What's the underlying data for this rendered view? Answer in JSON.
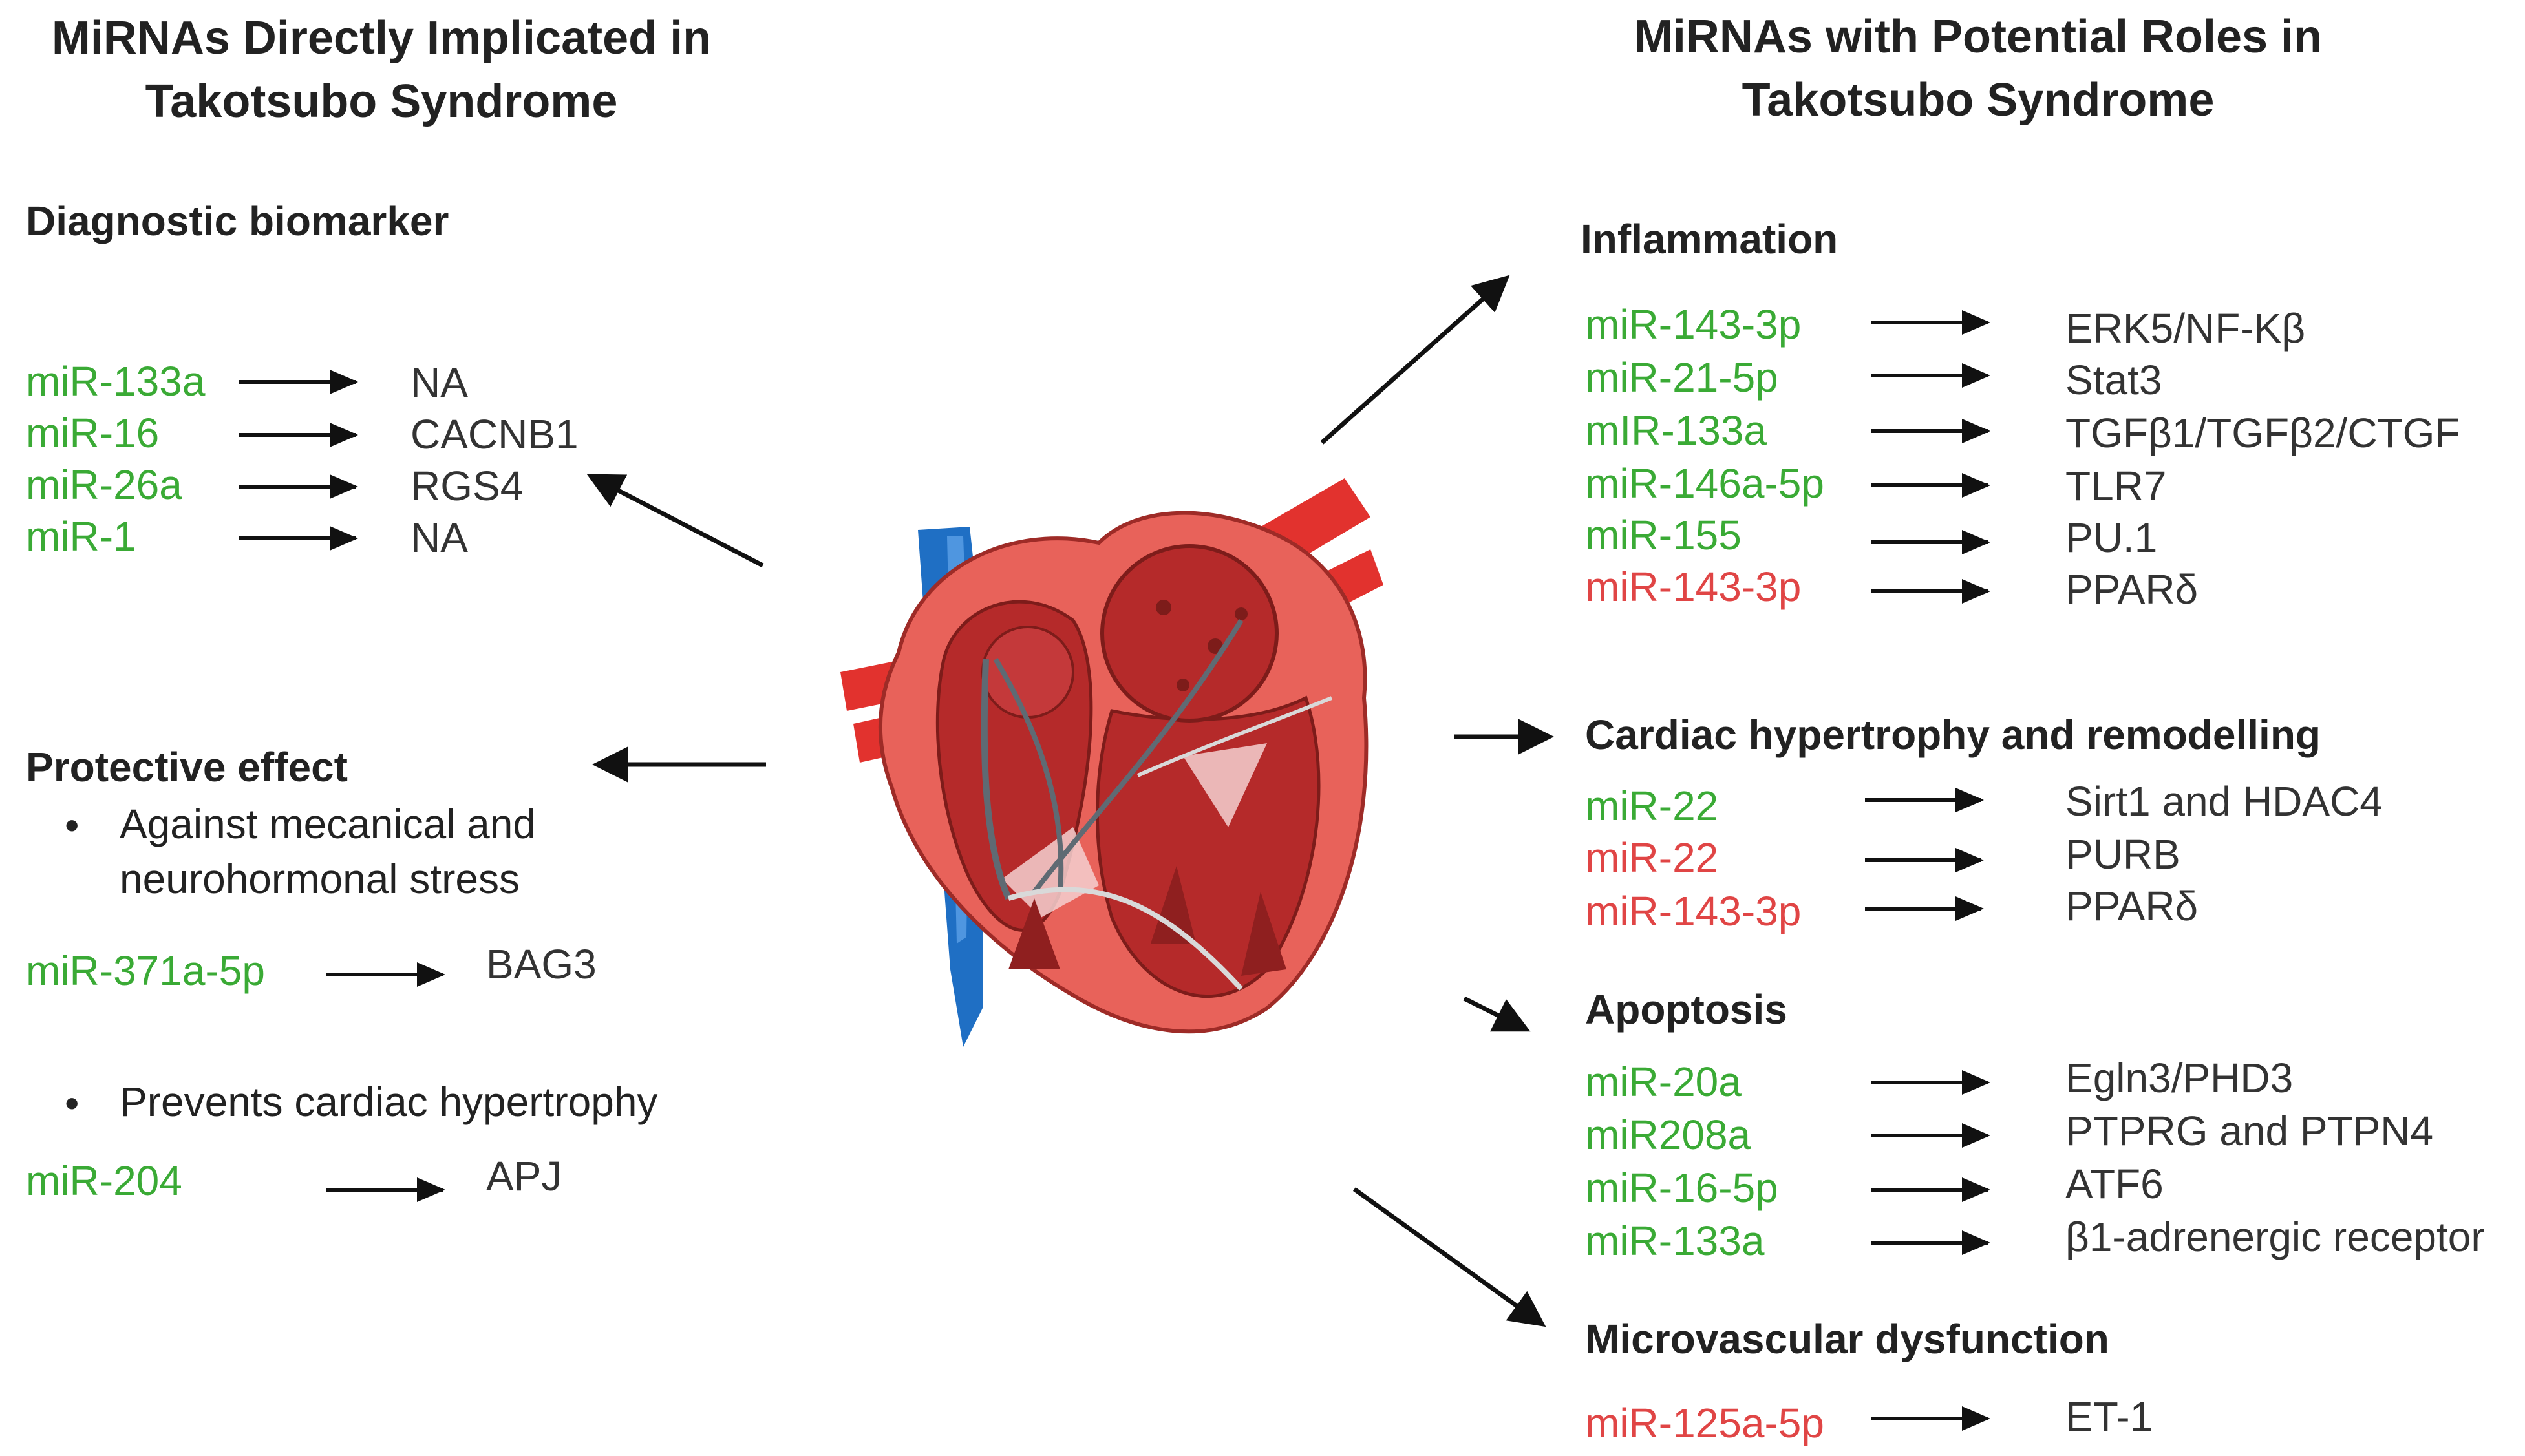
{
  "left": {
    "title_line1": "MiRNAs Directly Implicated in",
    "title_line2": "Takotsubo Syndrome",
    "diagnostic": {
      "heading": "Diagnostic biomarker",
      "rows": [
        {
          "mirna": "miR-133a",
          "target": "NA",
          "color": "#3aaa35"
        },
        {
          "mirna": "miR-16",
          "target": "CACNB1",
          "color": "#3aaa35"
        },
        {
          "mirna": "miR-26a",
          "target": "RGS4",
          "color": "#3aaa35"
        },
        {
          "mirna": "miR-1",
          "target": "NA",
          "color": "#3aaa35"
        }
      ]
    },
    "protective": {
      "heading": "Protective effect",
      "bullet1_line1": "Against mecanical and",
      "bullet1_line2": "neurohormonal stress",
      "row1": {
        "mirna": "miR-371a-5p",
        "target": "BAG3",
        "color": "#3aaa35"
      },
      "bullet2": "Prevents cardiac hypertrophy",
      "row2": {
        "mirna": "miR-204",
        "target": "APJ",
        "color": "#3aaa35"
      }
    }
  },
  "right": {
    "title_line1": "MiRNAs with Potential Roles in",
    "title_line2": "Takotsubo Syndrome",
    "inflammation": {
      "heading": "Inflammation",
      "rows": [
        {
          "mirna": "miR-143-3p",
          "target": "ERK5/NF-Kβ",
          "color": "#3aaa35"
        },
        {
          "mirna": "miR-21-5p",
          "target": "Stat3",
          "color": "#3aaa35"
        },
        {
          "mirna": "mIR-133a",
          "target": "TGFβ1/TGFβ2/CTGF",
          "color": "#3aaa35"
        },
        {
          "mirna": "miR-146a-5p",
          "target": "TLR7",
          "color": "#3aaa35"
        },
        {
          "mirna": "miR-155",
          "target": "PU.1",
          "color": "#3aaa35"
        },
        {
          "mirna": "miR-143-3p",
          "target": "PPARδ",
          "color": "#e04545"
        }
      ]
    },
    "hypertrophy": {
      "heading": "Cardiac hypertrophy and remodelling",
      "rows": [
        {
          "mirna": "miR-22",
          "target": "Sirt1 and HDAC4",
          "color": "#3aaa35"
        },
        {
          "mirna": "miR-22",
          "target": "PURB",
          "color": "#e04545"
        },
        {
          "mirna": "miR-143-3p",
          "target": "PPARδ",
          "color": "#e04545"
        }
      ]
    },
    "apoptosis": {
      "heading": "Apoptosis",
      "rows": [
        {
          "mirna": "miR-20a",
          "target": "Egln3/PHD3",
          "color": "#3aaa35"
        },
        {
          "mirna": "miR208a",
          "target": "PTPRG and PTPN4",
          "color": "#3aaa35"
        },
        {
          "mirna": "miR-16-5p",
          "target": "ATF6",
          "color": "#3aaa35"
        },
        {
          "mirna": "miR-133a",
          "target": "β1-adrenergic receptor",
          "color": "#3aaa35"
        }
      ]
    },
    "microvascular": {
      "heading": "Microvascular dysfunction",
      "rows": [
        {
          "mirna": "miR-125a-5p",
          "target": "ET-1",
          "color": "#e04545"
        }
      ]
    }
  },
  "colors": {
    "upregulated_green": "#3aaa35",
    "downregulated_red": "#e04545",
    "heart_muscle": "#e8625a",
    "heart_inner": "#b52a2a",
    "vessel_blue": "#1f6fc4"
  },
  "icons": {
    "heart": "heart-cross-section-icon"
  }
}
